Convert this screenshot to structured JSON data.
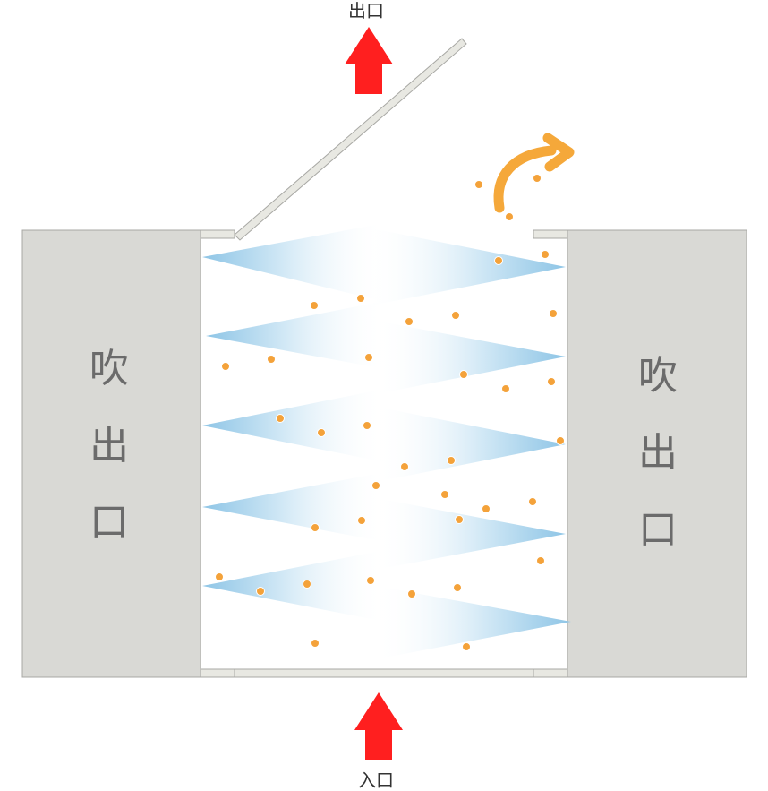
{
  "labels": {
    "top_outlet": "出口",
    "bottom_inlet": "入口",
    "left_blower": [
      "吹",
      "出",
      "口"
    ],
    "right_blower": [
      "吹",
      "出",
      "口"
    ]
  },
  "colors": {
    "blower_fill": "#d9d9d5",
    "blower_stroke": "#a8a8a4",
    "airflow_arrow": "#ff1f1f",
    "particle": "#f4a23a",
    "particle_exit_arrow": "#f5a83a",
    "air_jet": "#a9d3ec",
    "door": "#e8e8e2"
  }
}
